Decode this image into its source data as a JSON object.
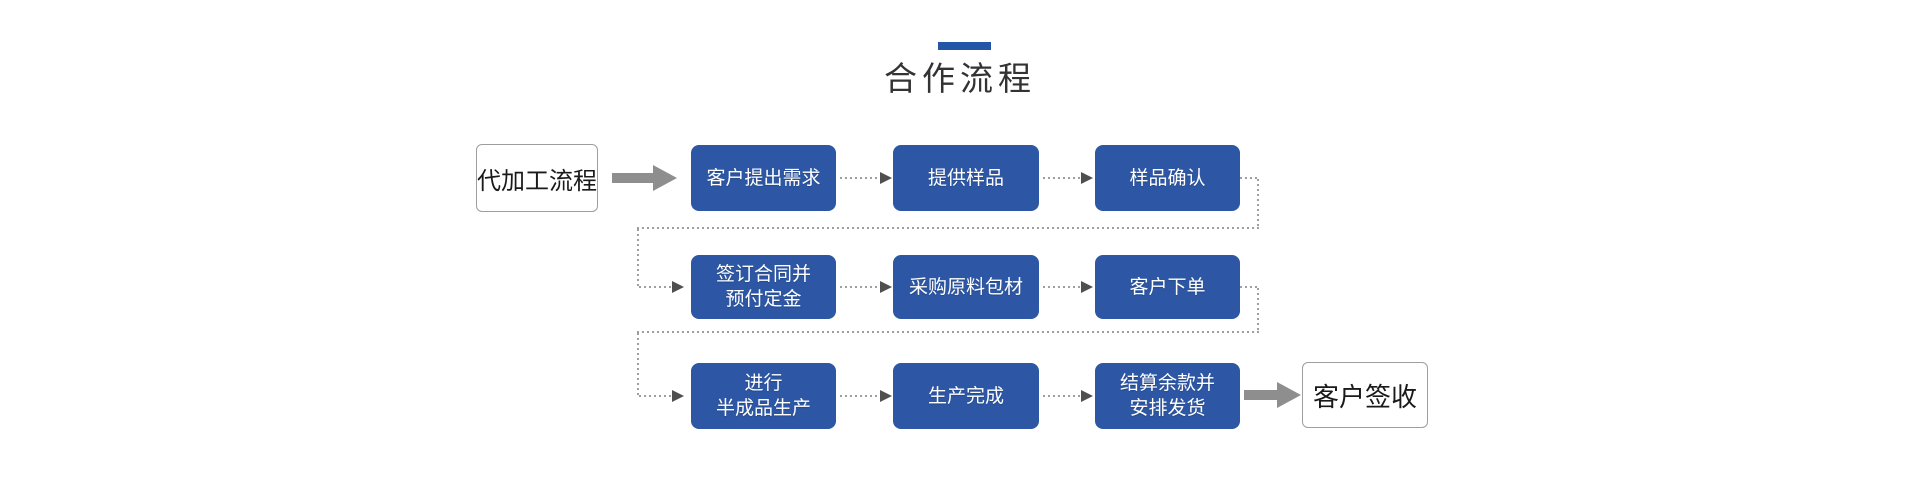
{
  "title": "合作流程",
  "start_box": {
    "label": "代加工流程"
  },
  "end_box": {
    "label": "客户签收"
  },
  "steps": {
    "r1c1": {
      "lines": [
        "客户提出需求"
      ]
    },
    "r1c2": {
      "lines": [
        "提供样品"
      ]
    },
    "r1c3": {
      "lines": [
        "样品确认"
      ]
    },
    "r2c1": {
      "lines": [
        "签订合同并",
        "预付定金"
      ]
    },
    "r2c2": {
      "lines": [
        "采购原料包材"
      ]
    },
    "r2c3": {
      "lines": [
        "客户下单"
      ]
    },
    "r3c1": {
      "lines": [
        "进行",
        "半成品生产"
      ]
    },
    "r3c2": {
      "lines": [
        "生产完成"
      ]
    },
    "r3c3": {
      "lines": [
        "结算余款并",
        "安排发货"
      ]
    }
  },
  "colors": {
    "step_blue": "#2d57a5",
    "accent_dash_blue": "#2456a8",
    "title_gray": "#333333",
    "block_arrow_gray": "#8e8e8e",
    "dotted_line_gray": "#9e9e9e",
    "arrowhead_gray": "#4f4f4f",
    "box_border_gray": "#9e9e9e",
    "background": "#ffffff"
  }
}
